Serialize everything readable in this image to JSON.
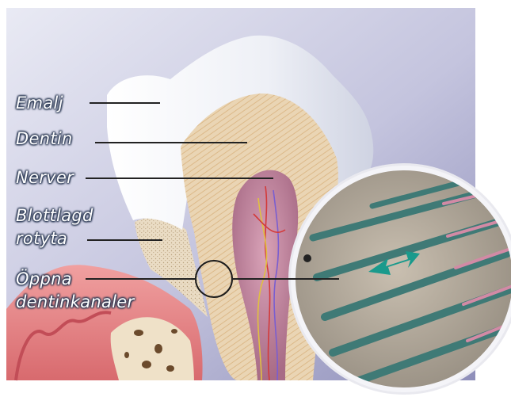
{
  "labels": {
    "enamel": "Emalj",
    "dentin": "Dentin",
    "nerves": "Nerver",
    "exposed_root_line1": "Blottlagd",
    "exposed_root_line2": "rotyta",
    "open_tubules_line1": "Öppna",
    "open_tubules_line2": "dentinkanaler"
  },
  "colors": {
    "background_top": "#e6e7f2",
    "background_bottom": "#8f8fb8",
    "enamel": "#f2f3f7",
    "dentin": "#e8d2b0",
    "pulp": "#c78fa5",
    "gum": "#e88a8a",
    "bone": "#f0e4cc",
    "tubule": "#4b8a86",
    "arrow": "#1a9a8c",
    "leader_line": "#222222"
  }
}
